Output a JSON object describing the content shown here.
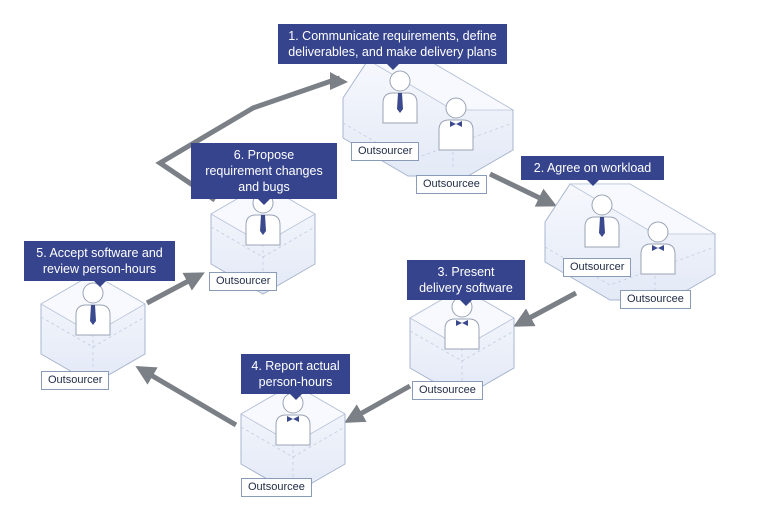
{
  "steps": [
    {
      "text": "1. Communicate requirements, define deliverables, and make delivery plans"
    },
    {
      "text": "2. Agree on workload"
    },
    {
      "text": "3. Present delivery software"
    },
    {
      "text": "4. Report actual person-hours"
    },
    {
      "text": "5. Accept software and review person-hours"
    },
    {
      "text": "6. Propose requirement changes and bugs"
    }
  ],
  "labels": {
    "outsourcer": "Outsourcer",
    "outsourcee": "Outsourcee"
  },
  "colors": {
    "callout_bg": "#36448e",
    "arrow": "#7b7f86",
    "box_fill": "#eef2fb",
    "box_edge": "#a9b6cf",
    "figure": "#ffffff",
    "tie": "#3b4a8e"
  },
  "icons": [
    "person-tie-icon",
    "person-bowtie-icon"
  ]
}
